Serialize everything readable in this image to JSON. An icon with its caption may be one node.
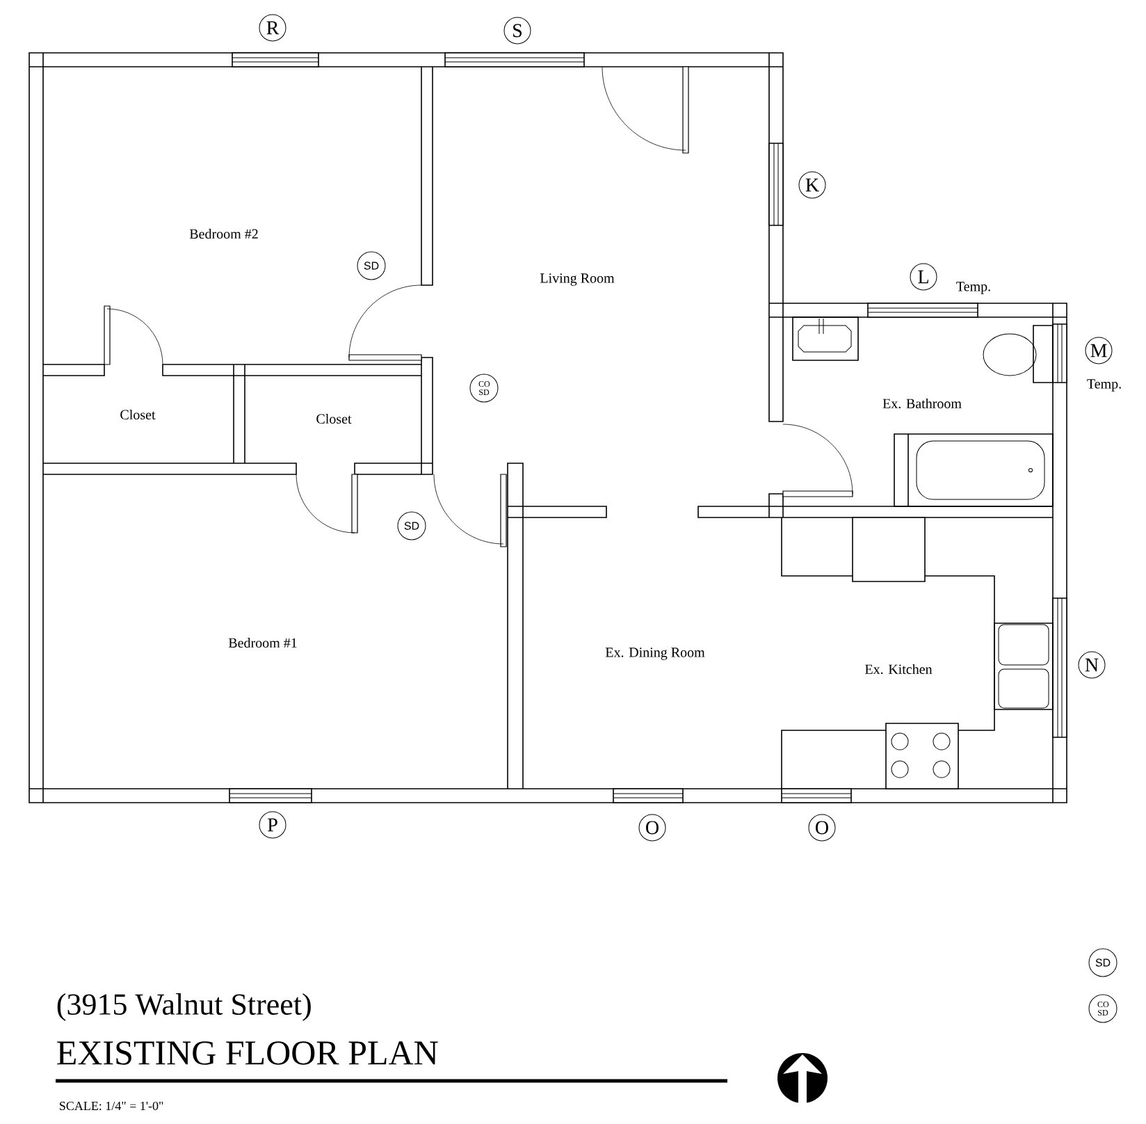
{
  "diagram": {
    "title": "EXISTING FLOOR PLAN",
    "caption": "SCALE: 1/4\" = 1'-0\"",
    "nodes": [
      {
        "text": [
          "Bedroom #2"
        ]
      },
      {
        "text": [
          "Living Room"
        ]
      },
      {
        "text": [
          "Closet"
        ]
      },
      {
        "text": [
          "Closet"
        ]
      },
      {
        "text": [
          "Ex. Bathroom"
        ]
      },
      {
        "text": [
          "Bedroom #1"
        ]
      },
      {
        "text": [
          "Ex. Dining Room"
        ]
      },
      {
        "text": [
          "Ex. Kitchen"
        ]
      }
    ],
    "edges": [],
    "labels": [
      "R",
      "S",
      "K",
      "L",
      "Temp.",
      "M",
      "Temp.",
      "SD",
      "CO SD",
      "SD",
      "N",
      "P",
      "O",
      "O",
      "SD",
      "CO SD",
      "(3915 Walnut Street)"
    ]
  }
}
